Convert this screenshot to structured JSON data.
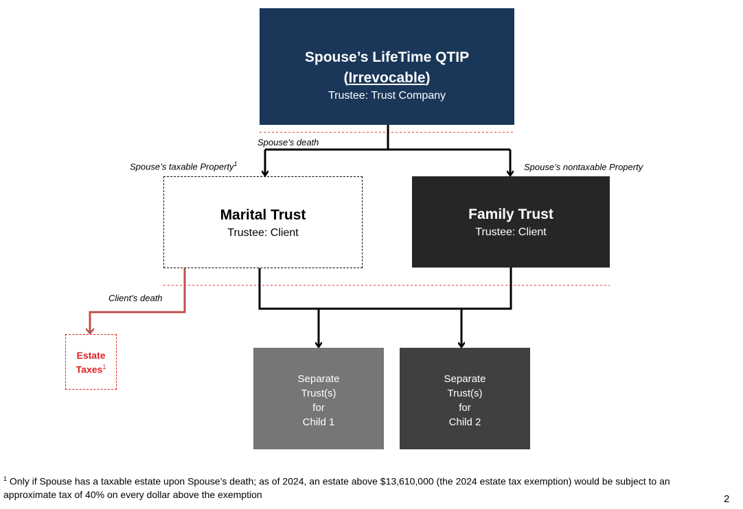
{
  "qtip": {
    "title": "Spouse’s LifeTime QTIP",
    "open_paren": "(",
    "status": "Irrevocable",
    "close_paren": ")",
    "trustee": "Trustee: Trust Company"
  },
  "labels": {
    "spouse_death": "Spouse’s death",
    "taxable_property": "Spouse’s taxable Property",
    "taxable_sup": "1",
    "nontaxable_property": "Spouse’s nontaxable Property",
    "client_death": "Client’s death"
  },
  "marital_trust": {
    "title": "Marital Trust",
    "trustee": "Trustee: Client"
  },
  "family_trust": {
    "title": "Family Trust",
    "trustee": "Trustee: Client"
  },
  "estate_taxes": {
    "line1": "Estate",
    "line2": "Taxes",
    "sup": "1"
  },
  "children": [
    {
      "lines": [
        "Separate",
        "Trust(s)",
        "for",
        "Child 1"
      ]
    },
    {
      "lines": [
        "Separate",
        "Trust(s)",
        "for",
        "Child 2"
      ]
    }
  ],
  "footnote": {
    "marker": "1",
    "line1": " Only if Spouse has a taxable estate upon Spouse’s death; as of 2024, an estate above $13,610,000 (the 2024 estate tax exemption) would be subject to an",
    "line2": "approximate tax of 40% on every dollar above the exemption"
  },
  "page_number": "2",
  "colors": {
    "qtip_box": "#1a3658",
    "family_box": "#262626",
    "child1_box": "#767676",
    "child2_box": "#404040",
    "estate_red": "#e02020",
    "client_death_line": "#c0504d",
    "separator": "#e03030"
  }
}
